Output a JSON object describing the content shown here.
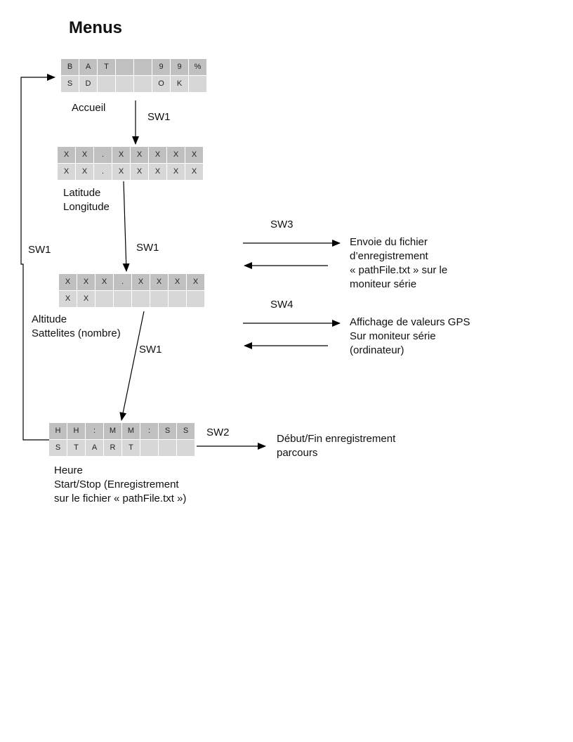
{
  "title": "Menus",
  "screens": {
    "accueil": {
      "rows": [
        [
          "B",
          "A",
          "T",
          "",
          "",
          "9",
          "9",
          "%"
        ],
        [
          "S",
          "D",
          "",
          "",
          "",
          "O",
          "K",
          ""
        ]
      ],
      "caption": "Accueil"
    },
    "latlon": {
      "rows": [
        [
          "X",
          "X",
          ".",
          "X",
          "X",
          "X",
          "X",
          "X"
        ],
        [
          "X",
          "X",
          ".",
          "X",
          "X",
          "X",
          "X",
          "X"
        ]
      ],
      "caption": "Latitude\nLongitude"
    },
    "altitude": {
      "rows": [
        [
          "X",
          "X",
          "X",
          ".",
          "X",
          "X",
          "X",
          "X"
        ],
        [
          "X",
          "X",
          "",
          "",
          "",
          "",
          "",
          ""
        ]
      ],
      "caption": "Altitude\nSattelites (nombre)"
    },
    "heure": {
      "rows": [
        [
          "H",
          "H",
          ":",
          "M",
          "M",
          ":",
          "S",
          "S"
        ],
        [
          "S",
          "T",
          "A",
          "R",
          "T",
          "",
          "",
          ""
        ]
      ],
      "caption": "Heure\nStart/Stop (Enregistrement\nsur le fichier « pathFile.txt »)"
    }
  },
  "transitions": {
    "sw1_a": "SW1",
    "sw1_b": "SW1",
    "sw1_c": "SW1",
    "sw1_back": "SW1",
    "sw2": "SW2",
    "sw3": "SW3",
    "sw4": "SW4"
  },
  "actions": {
    "sw3_text": "Envoie du fichier\nd’enregistrement\n« pathFile.txt » sur le\nmoniteur série",
    "sw4_text": "Affichage de valeurs GPS\nSur moniteur série\n(ordinateur)",
    "sw2_text": "Début/Fin enregistrement\nparcours"
  }
}
